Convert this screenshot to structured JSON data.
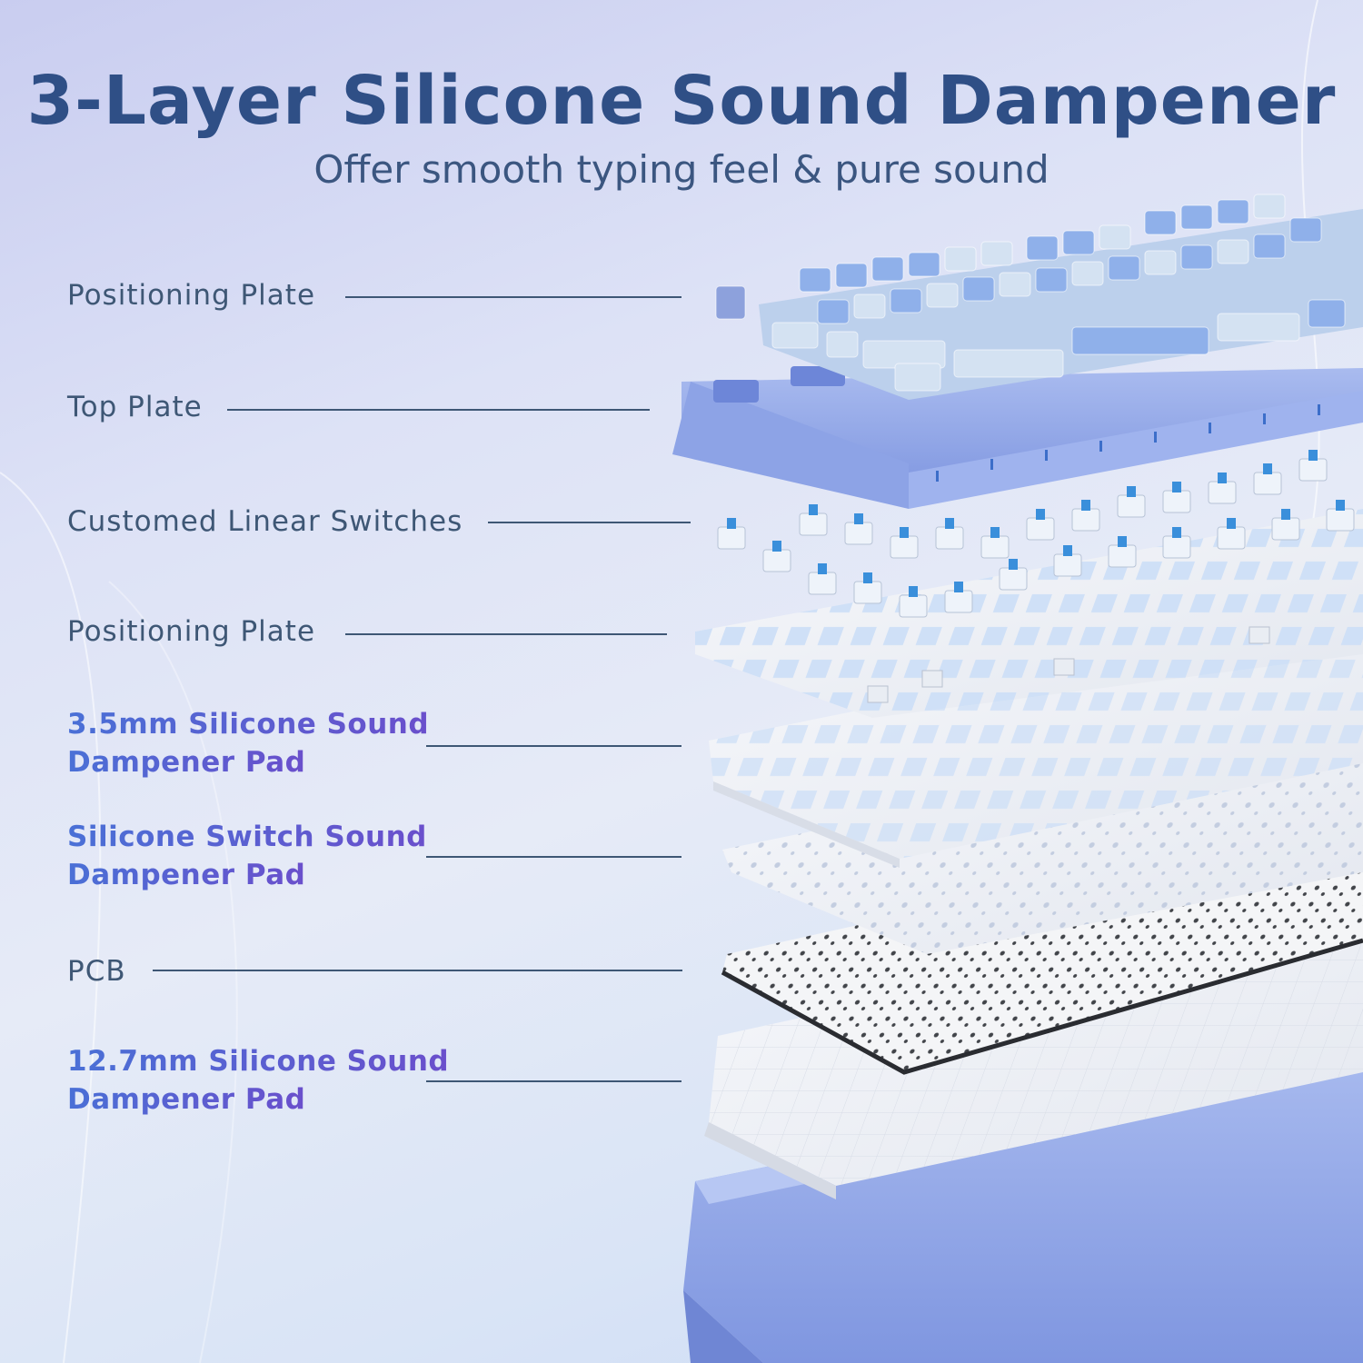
{
  "title": "3-Layer Silicone Sound Dampener",
  "subtitle": "Offer smooth typing feel & pure sound",
  "layers": [
    {
      "label": "Positioning Plate",
      "emphasis": false
    },
    {
      "label": "Top Plate",
      "emphasis": false
    },
    {
      "label": "Customed Linear Switches",
      "emphasis": false
    },
    {
      "label": "Positioning Plate",
      "emphasis": false
    },
    {
      "label_line1": "3.5mm Silicone Sound",
      "label_line2": "Dampener Pad",
      "emphasis": true
    },
    {
      "label_line1": "Silicone Switch Sound",
      "label_line2": "Dampener Pad",
      "emphasis": true
    },
    {
      "label": "PCB",
      "emphasis": false
    },
    {
      "label_line1": "12.7mm Silicone Sound",
      "label_line2": "Dampener Pad",
      "emphasis": true
    }
  ],
  "colors": {
    "title": "#2f4f86",
    "label": "#3e5775",
    "emphasis_start": "#4a70d6",
    "emphasis_end": "#6a4fcc",
    "case_blue": "#8fa5e8",
    "keycap_light": "#c9d8ee",
    "keycap_blue": "#8fb0ea",
    "plate_white": "#f2f4f8",
    "pcb_dark": "#3a3d44"
  },
  "icons": {
    "image": "exploded-keyboard-illustration"
  }
}
